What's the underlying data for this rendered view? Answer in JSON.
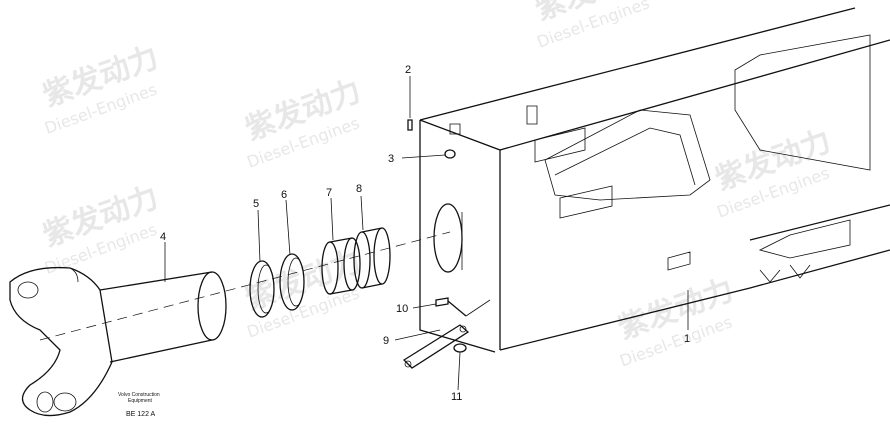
{
  "callouts": [
    "1",
    "2",
    "3",
    "4",
    "5",
    "6",
    "7",
    "8",
    "9",
    "10",
    "11"
  ],
  "caption": {
    "line1": "Volvo Construction",
    "line2": "Equipment",
    "code": "BE 122 A"
  },
  "watermark": {
    "cn": "紫发动力",
    "en": "Diesel-Engines"
  }
}
